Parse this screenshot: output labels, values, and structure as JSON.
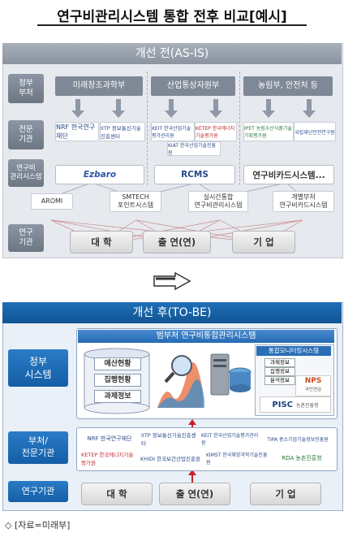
{
  "title": "연구비관리시스템 통합 전후 비교[예시]",
  "asis": {
    "header": "개선 전(AS-IS)",
    "row_labels": [
      "정부\n부처",
      "전문\n기관",
      "연구비\n관리시스템",
      "연구\n기관"
    ],
    "ministries": [
      "미래창조과학부",
      "산업통상자원부",
      "농림부, 안전처 등"
    ],
    "agencies": [
      "NRF 한국연구재단",
      "IITP 정보통신기술진흥센터",
      "KEIT 한국산업기술평가관리원",
      "KETEP 한국에너지기술평가원",
      "KIAT 한국산업기술진흥원",
      "IPET 농림수산식품기술기획평가원",
      "국립재난안전연구원"
    ],
    "systems": [
      "Ezbaro",
      "RCMS",
      "연구비카드시스템..."
    ],
    "subsystems": [
      "AROMI",
      "SMTECH\n포인트시스템",
      "실시간통합\n연구비관리시스템",
      "개별부처\n연구비카드시스템"
    ],
    "orgs": [
      "대 학",
      "출 연(연)",
      "기 업"
    ]
  },
  "tobe": {
    "header": "개선 후(TO-BE)",
    "row_labels": [
      "정부\n시스템",
      "부처/\n전문기관",
      "연구기관"
    ],
    "system_title": "범부처 연구비통합관리시스템",
    "db_items": [
      "예산현황",
      "집행현황",
      "과제정보"
    ],
    "monitoring": {
      "title": "통합모니터링시스템",
      "items": [
        "과제정보",
        "집행정보",
        "분석정보"
      ],
      "nps": "NPS",
      "nps_caption": "국민연금",
      "pisc": "PISC",
      "pisc_caption": "농촌진흥청"
    },
    "agencies": [
      "NRF 한국연구재단",
      "IITP 정보통신기술진흥센터",
      "KEIT 한국산업기술평가관리원",
      "TIPA 중소기업기술정보진흥원",
      "KETEP 한국에너지기술평가원",
      "KHIDI 한국보건산업진흥원",
      "KIMST 한국해양과학기술진흥원",
      "RDA 농촌진흥청"
    ],
    "orgs": [
      "대 학",
      "출 연(연)",
      "기 업"
    ]
  },
  "source": "◇ [자료=미래부]"
}
